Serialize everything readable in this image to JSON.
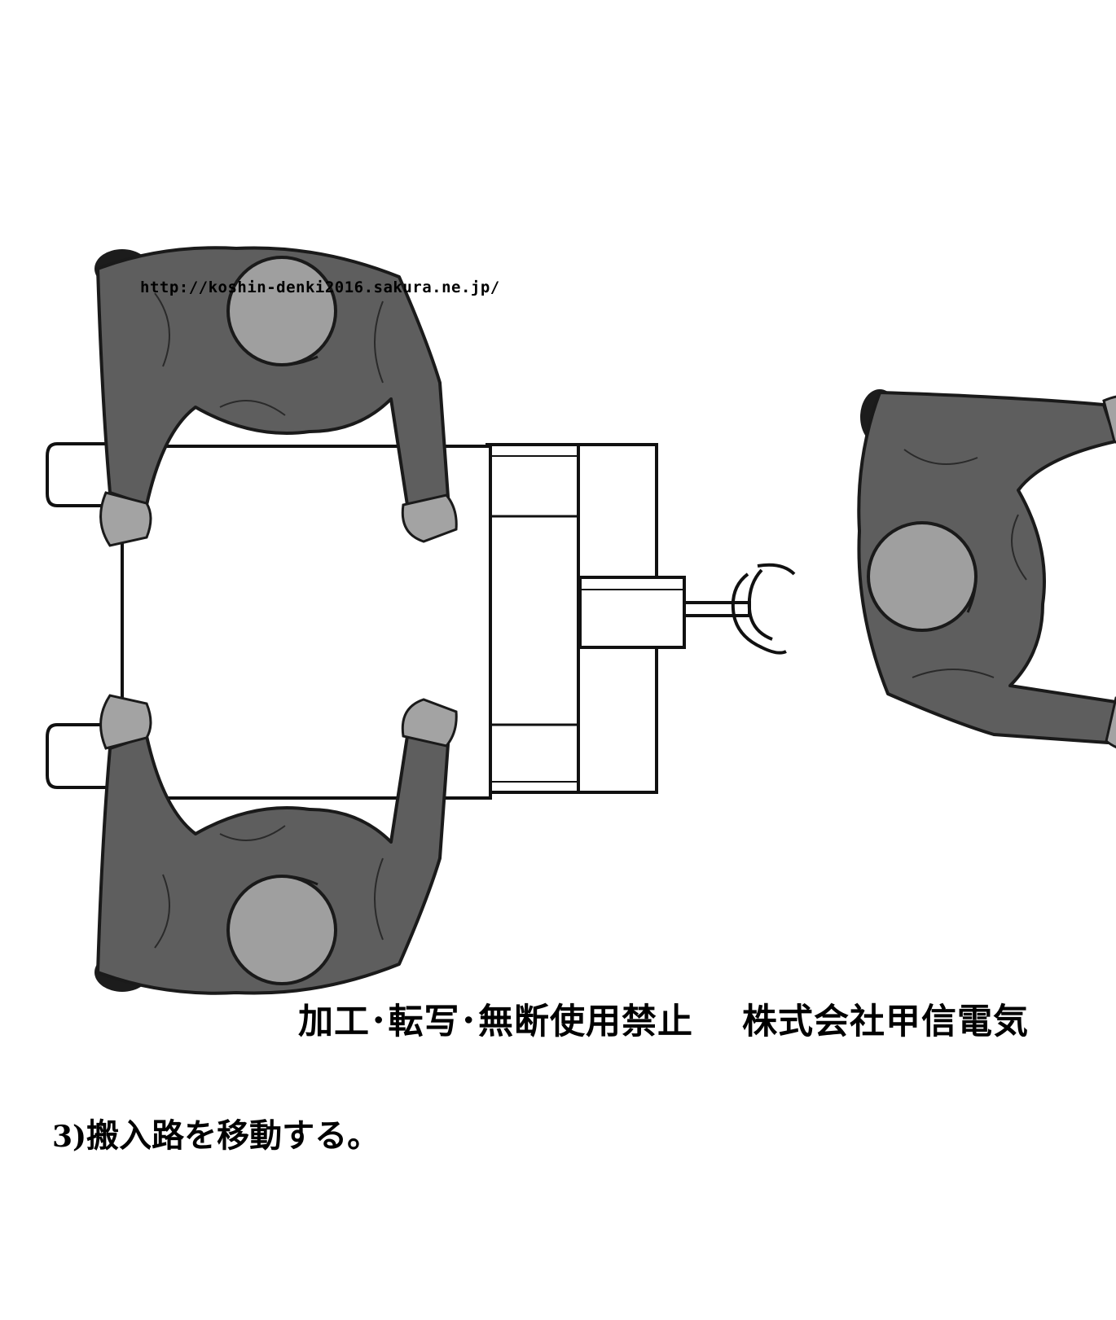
{
  "diagram": {
    "watermark_url": "http://koshin-denki2016.sakura.ne.jp/",
    "notice": "加工･転写･無断使用禁止　 株式会社甲信電気",
    "step_number": "3)",
    "step_text": "搬入路を移動する。"
  },
  "colors": {
    "jacket": "#5e5e5e",
    "helmet": "#9f9f9f",
    "glove": "#a3a3a3",
    "outline": "#1a1a1a",
    "cargo": "#ffffff"
  },
  "icons": [
    "worker-top-view-icon",
    "cargo-box-icon",
    "pallet-truck-icon",
    "handle-icon"
  ]
}
